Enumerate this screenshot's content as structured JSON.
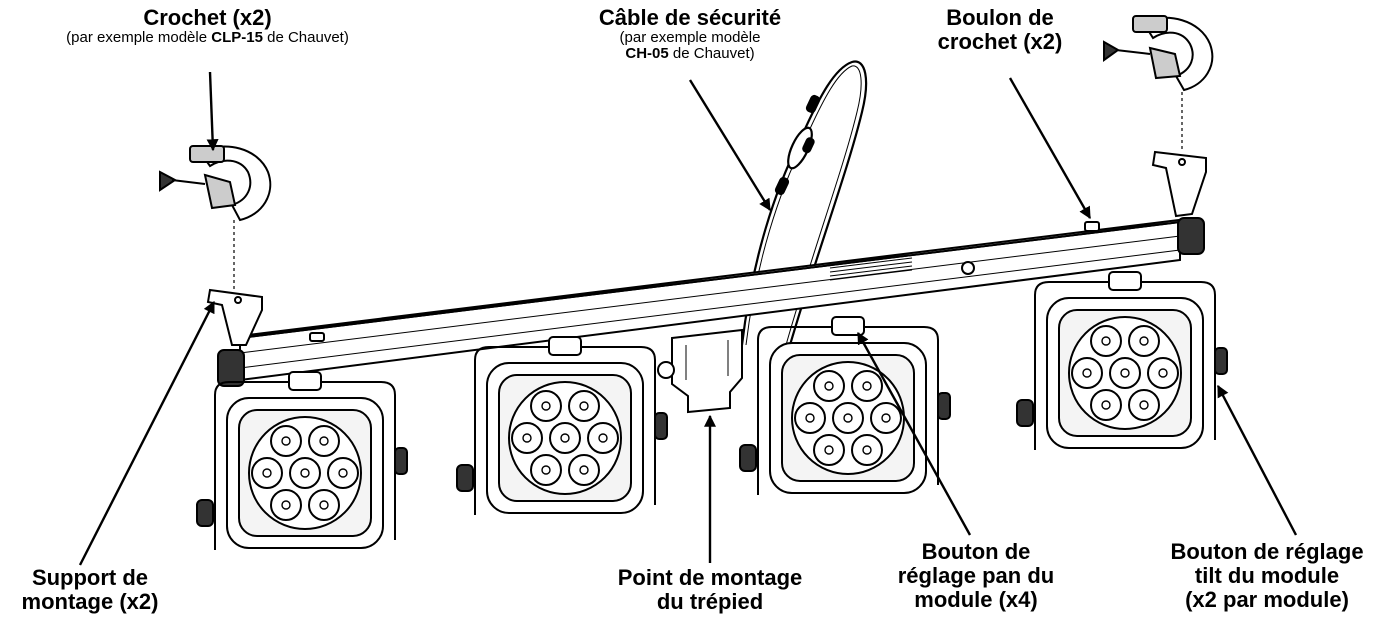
{
  "labels": {
    "crochet": {
      "title": "Crochet (x2)",
      "sub_pre": "(par exemple modèle ",
      "sub_bold": "CLP-15",
      "sub_post": " de Chauvet)"
    },
    "cable": {
      "title": "Câble de sécurité",
      "sub1": "(par exemple modèle",
      "sub2_bold": "CH-05",
      "sub2_post": " de Chauvet)"
    },
    "boulon": {
      "line1": "Boulon de",
      "line2": "crochet (x2)"
    },
    "support": {
      "line1": "Support de",
      "line2": "montage (x2)"
    },
    "trepied": {
      "line1": "Point de montage",
      "line2": "du trépied"
    },
    "pan": {
      "line1": "Bouton de",
      "line2": "réglage pan du",
      "line3": "module (x4)"
    },
    "tilt": {
      "line1": "Bouton de réglage",
      "line2": "tilt du module",
      "line3": "(x2 par module)"
    }
  },
  "colors": {
    "stroke": "#000000",
    "fill": "#ffffff",
    "shade": "#d9d9d9"
  }
}
